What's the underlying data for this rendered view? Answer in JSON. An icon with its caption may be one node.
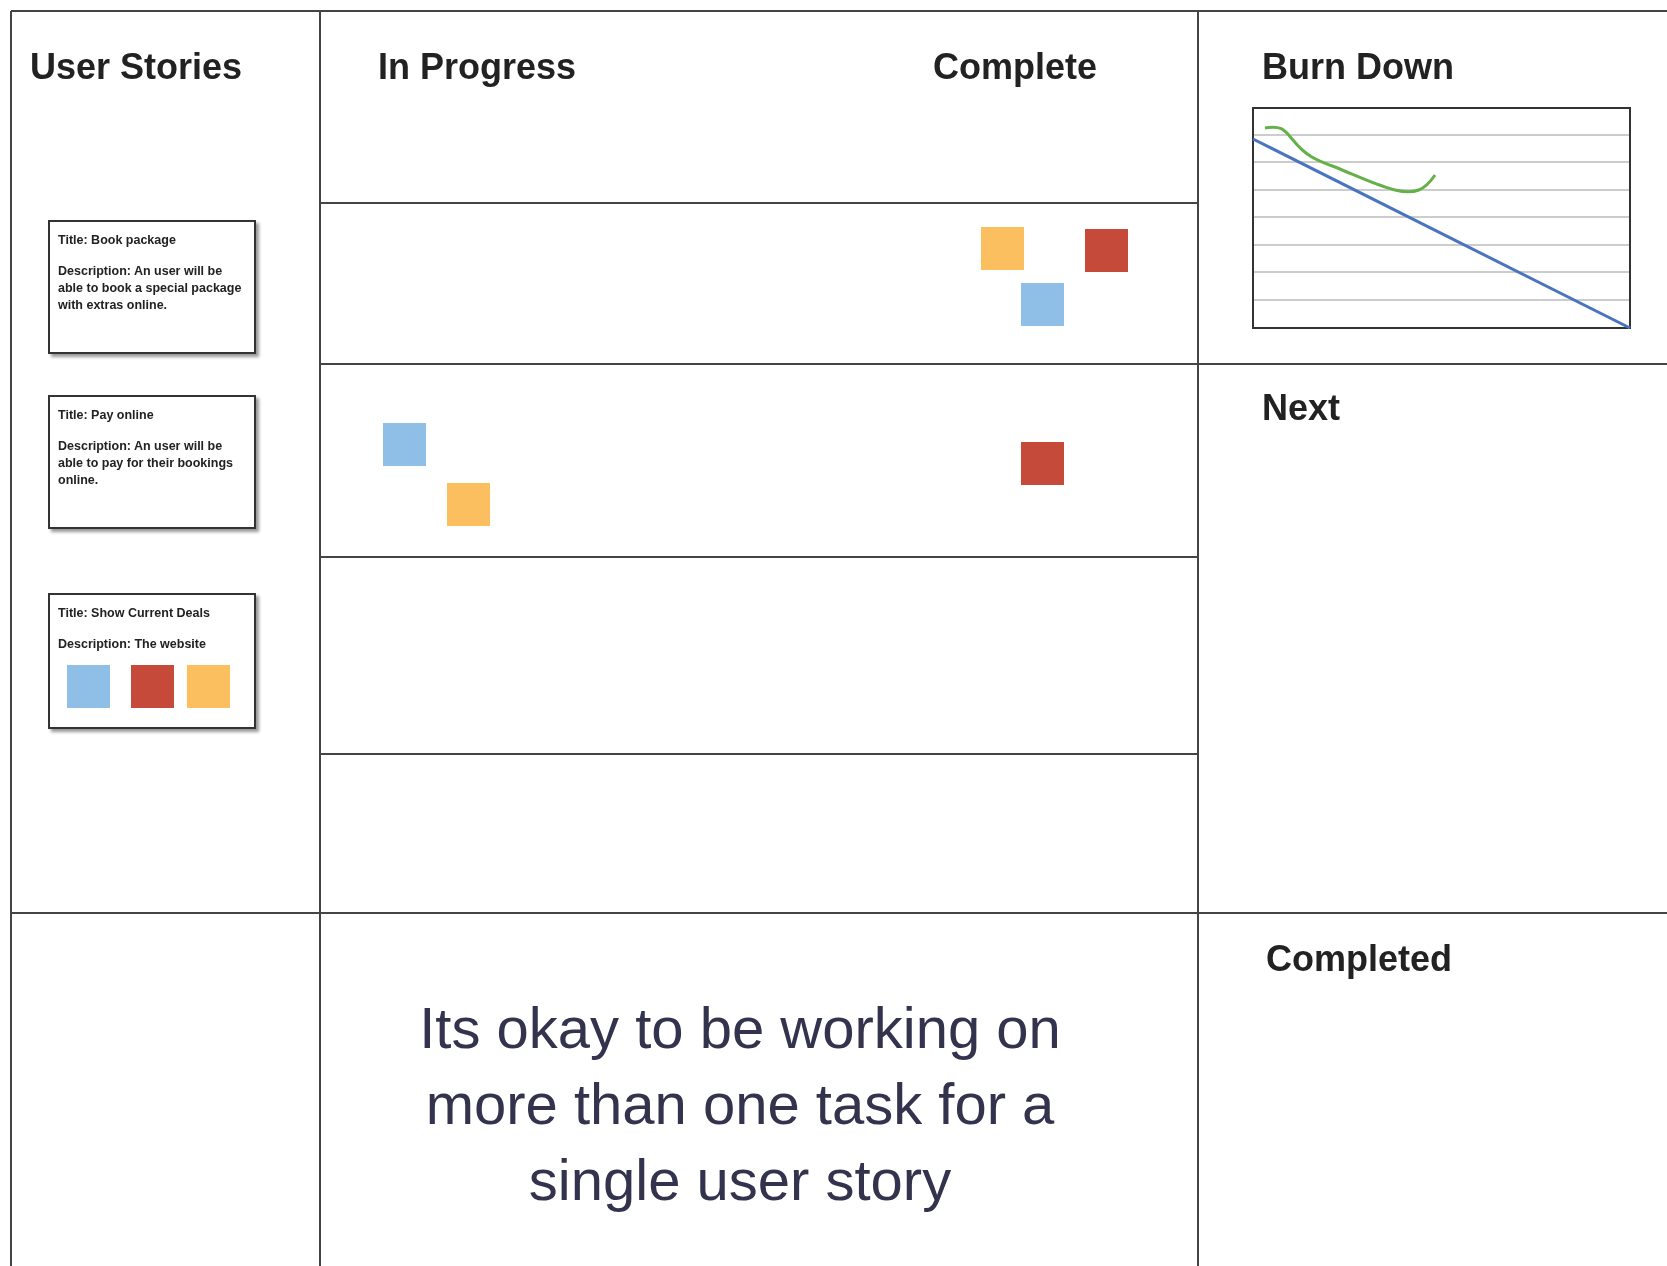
{
  "diagram": {
    "nodes": [
      {
        "text": [
          "Title: Book package",
          "Description:  An user will be able to book a special package with extras online."
        ]
      },
      {
        "text": [
          "Title: Pay online",
          "Description:  An user will be able to pay for their bookings online."
        ]
      },
      {
        "text": [
          "Title: Show Current Deals",
          "Description:  The website"
        ]
      }
    ],
    "labels": [
      "User Stories",
      "In Progress",
      "Complete",
      "Burn Down",
      "Next",
      "Completed",
      "Its okay to be working on more than one task for a single user story"
    ]
  }
}
